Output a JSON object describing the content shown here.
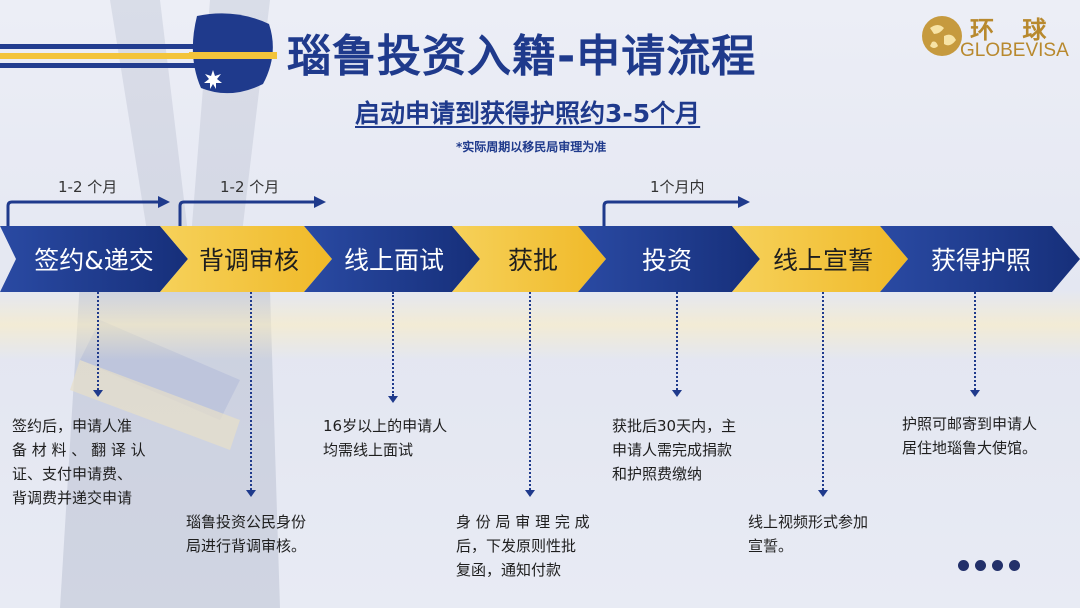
{
  "header": {
    "title": "瑙鲁投资入籍-申请流程",
    "subtitle": "启动申请到获得护照约3-5个月",
    "note": "*实际周期以移民局审理为准"
  },
  "logo": {
    "cn": "环 球",
    "en": "GLOBEVISA",
    "icon": "globe-icon",
    "color": "#b8892e"
  },
  "durations": [
    {
      "label": "1-2 个月"
    },
    {
      "label": "1-2 个月"
    },
    {
      "label": "1个月内"
    }
  ],
  "steps": [
    {
      "label": "签约&递交",
      "color": "blue"
    },
    {
      "label": "背调审核",
      "color": "yellow"
    },
    {
      "label": "线上面试",
      "color": "blue"
    },
    {
      "label": "获批",
      "color": "yellow"
    },
    {
      "label": "投资",
      "color": "blue"
    },
    {
      "label": "线上宣誓",
      "color": "yellow"
    },
    {
      "label": "获得护照",
      "color": "blue"
    }
  ],
  "descriptions": {
    "sign": [
      "签约后，申请人准",
      "备 材 料 、 翻 译 认",
      "证、支付申请费、",
      "背调费并递交申请"
    ],
    "background": [
      "瑙鲁投资公民身份",
      "局进行背调审核。"
    ],
    "interview": [
      "16岁以上的申请人",
      "均需线上面试"
    ],
    "approval": [
      "身 份 局 审 理 完 成",
      "后，下发原则性批",
      "复函，通知付款"
    ],
    "invest": [
      "获批后30天内，主",
      "申请人需完成捐款",
      "和护照费缴纳"
    ],
    "oath": [
      "线上视频形式参加",
      "宣誓。"
    ],
    "passport": [
      "护照可邮寄到申请人",
      "居住地瑙鲁大使馆。"
    ]
  },
  "colors": {
    "blue": "#1f3a8c",
    "yellow": "#f3c43a",
    "text_dark": "#1e1e1e"
  }
}
